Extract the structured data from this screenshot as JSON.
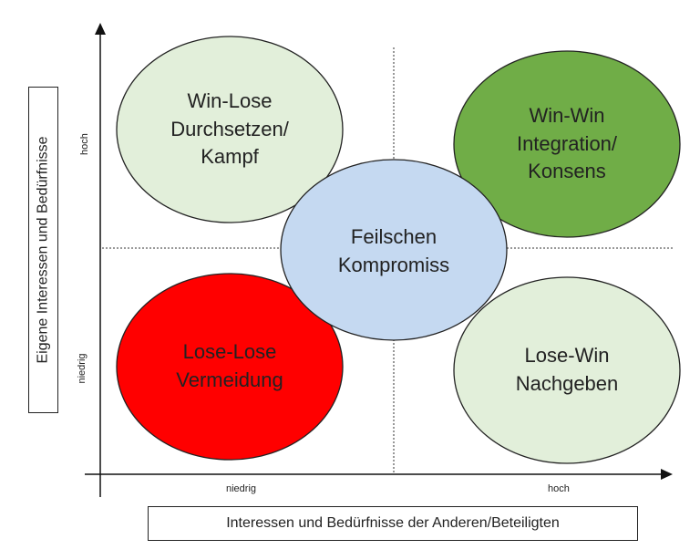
{
  "axes": {
    "x_label": "Interessen und Bedürfnisse der Anderen/Beteiligten",
    "y_label": "Eigene Interessen und Bedürfnisse",
    "x_ticks": {
      "low": "niedrig",
      "high": "hoch"
    },
    "y_ticks": {
      "low": "niedrig",
      "high": "hoch"
    }
  },
  "quadrants": {
    "win_lose": {
      "lines": [
        "Win-Lose",
        "Durchsetzen/",
        "Kampf"
      ],
      "color": "#e2efda"
    },
    "win_win": {
      "lines": [
        "Win-Win",
        "Integration/",
        "Konsens"
      ],
      "color": "#70ad47"
    },
    "lose_lose": {
      "lines": [
        "Lose-Lose",
        "Vermeidung"
      ],
      "color": "#ff0000"
    },
    "lose_win": {
      "lines": [
        "Lose-Win",
        "Nachgeben"
      ],
      "color": "#e2efda"
    },
    "compromise": {
      "lines": [
        "Feilschen",
        "Kompromiss"
      ],
      "color": "#c5d9f1"
    }
  },
  "colors": {
    "outline": "#222222",
    "axis": "#111111"
  }
}
